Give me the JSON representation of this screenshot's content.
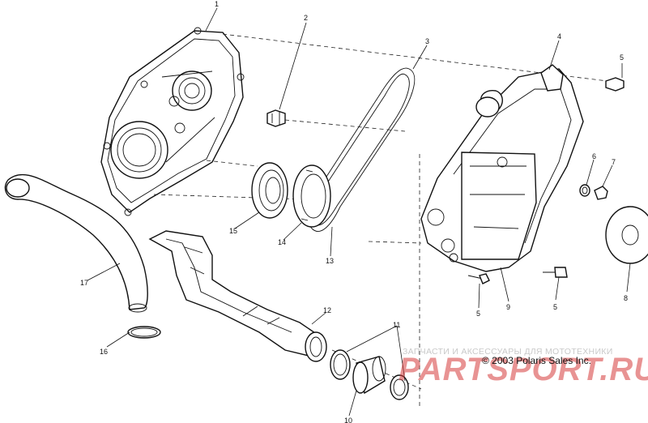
{
  "callouts": {
    "n1": "1",
    "n2": "2",
    "n3": "3",
    "n4": "4",
    "n5a": "5",
    "n5b": "5",
    "n5c": "5",
    "n6": "6",
    "n7": "7",
    "n8": "8",
    "n9": "9",
    "n10": "10",
    "n11": "11",
    "n12": "12",
    "n13": "13",
    "n14": "14",
    "n15": "15",
    "n16": "16",
    "n17": "17"
  },
  "copyright": "© 2003 Polaris Sales Inc.",
  "watermark": {
    "tagline": "ЗАПЧАСТИ И АКСЕССУАРЫ ДЛЯ МОТОТЕХНИКИ",
    "logo": "PARTSPORT.RU",
    "color": "#d63b3b"
  }
}
